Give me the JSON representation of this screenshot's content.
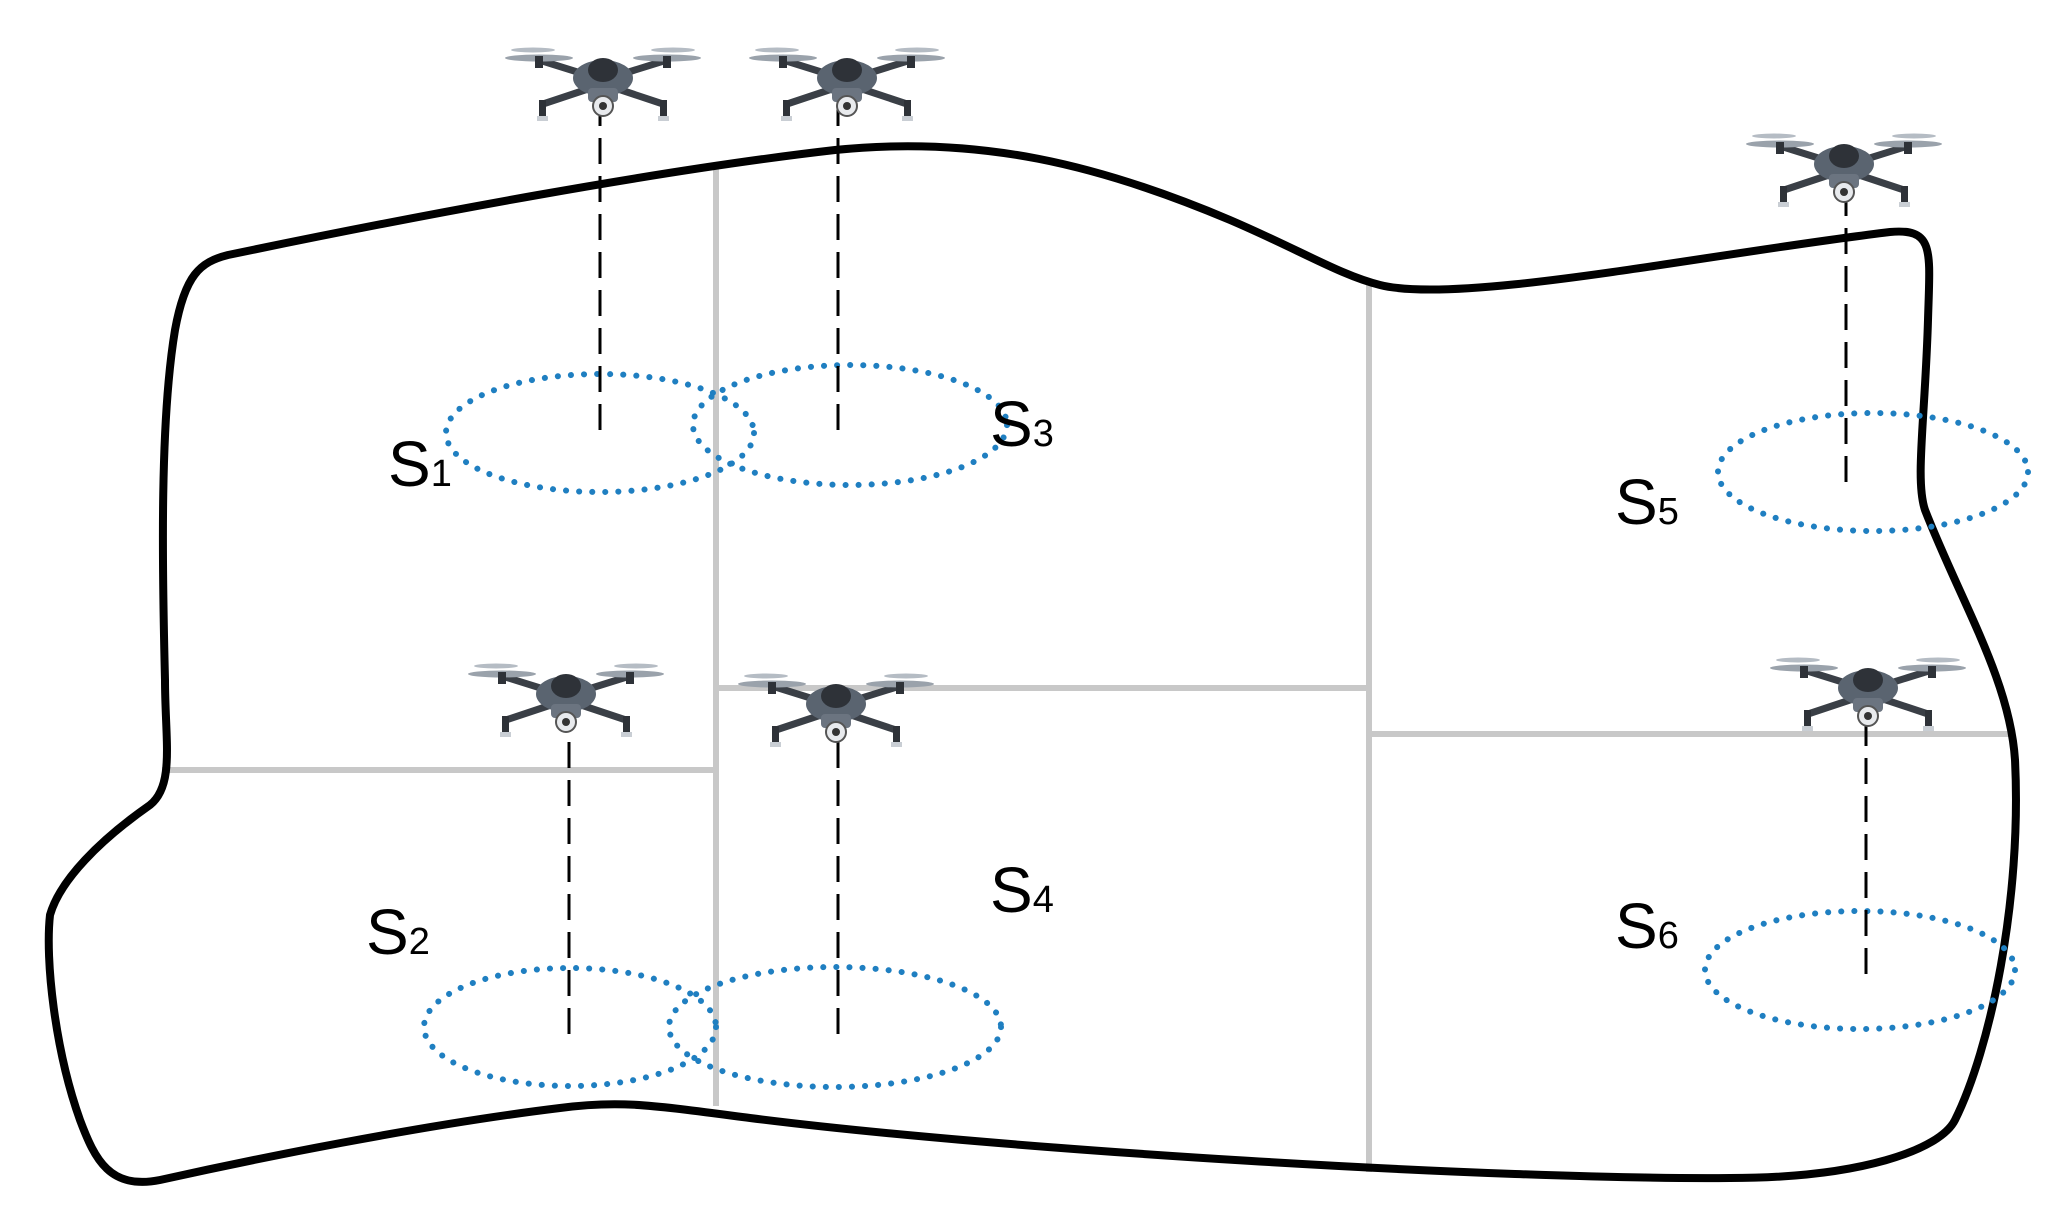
{
  "regions": [
    {
      "id": "S1",
      "main": "S",
      "sub": "1"
    },
    {
      "id": "S2",
      "main": "S",
      "sub": "2"
    },
    {
      "id": "S3",
      "main": "S",
      "sub": "3"
    },
    {
      "id": "S4",
      "main": "S",
      "sub": "4"
    },
    {
      "id": "S5",
      "main": "S",
      "sub": "5"
    },
    {
      "id": "S6",
      "main": "S",
      "sub": "6"
    }
  ],
  "drones": [
    {
      "id": "drone-1",
      "icon": "drone-icon",
      "has_coverage": true
    },
    {
      "id": "drone-2",
      "icon": "drone-icon",
      "has_coverage": true
    },
    {
      "id": "drone-3",
      "icon": "drone-icon",
      "has_coverage": true
    },
    {
      "id": "drone-4",
      "icon": "drone-icon",
      "has_coverage": true
    },
    {
      "id": "drone-5",
      "icon": "drone-icon",
      "has_coverage": true
    },
    {
      "id": "drone-6",
      "icon": "drone-icon",
      "has_coverage": true
    }
  ],
  "colors": {
    "boundary": "#000000",
    "partition": "#c8c8c8",
    "coverage": "#1f7fc1",
    "drone_body": "#5a6470",
    "drone_dark": "#2e3238",
    "beam": "#000000"
  }
}
